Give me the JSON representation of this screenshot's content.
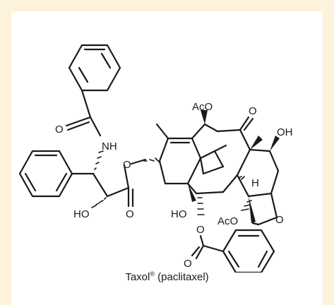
{
  "colors": {
    "frame_background": "#fdf2dc",
    "card_background": "#ffffff",
    "ink": "#1a1a1a"
  },
  "labels": {
    "acetoxy_top": "AcO",
    "ketone_oxygen": "O",
    "hydroxyl_top": "OH",
    "amide_oxygen": "O",
    "amide_nh": "NH",
    "ester_oxygen": "O",
    "hydroxyl_side": "HO",
    "side_carbonyl_oxygen": "O",
    "bridgehead_h": "H",
    "hydroxyl_bottom": "HO",
    "benzoate_oxygen": "O",
    "acetoxy_bottom": "AcO",
    "oxetane_oxygen": "O",
    "benzoate_carbonyl_oxygen": "O"
  },
  "caption": {
    "name": "Taxol",
    "mark": "®",
    "generic": " (paclitaxel)"
  }
}
